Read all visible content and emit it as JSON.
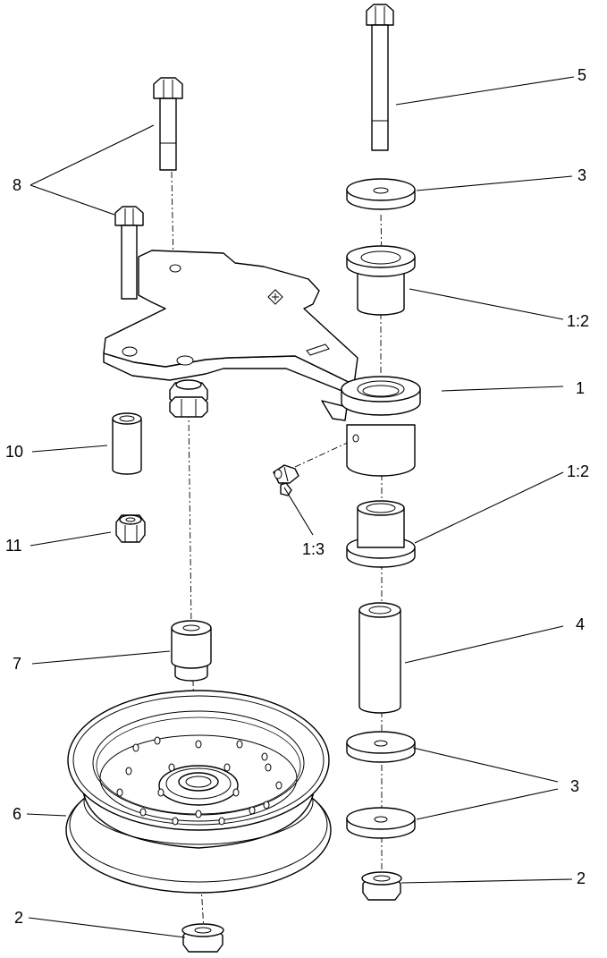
{
  "callouts": {
    "c1": "1",
    "c12a": "1:2",
    "c12b": "1:2",
    "c13": "1:3",
    "c2a": "2",
    "c2b": "2",
    "c3a": "3",
    "c3b": "3",
    "c4": "4",
    "c5": "5",
    "c6": "6",
    "c7": "7",
    "c8": "8",
    "c10": "10",
    "c11": "11"
  }
}
